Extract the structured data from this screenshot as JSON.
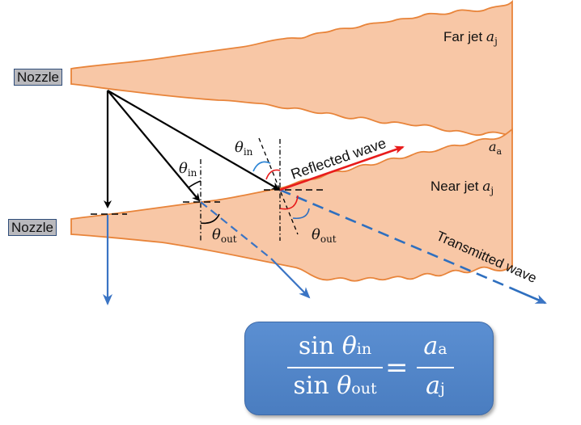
{
  "diagram": {
    "labels": {
      "nozzle_top": "Nozzle",
      "nozzle_bottom": "Nozzle",
      "far_jet": "Far jet",
      "near_jet": "Near jet",
      "a_symbol": "a",
      "sub_j": "j",
      "sub_a": "a",
      "theta": "θ",
      "sub_in": "in",
      "sub_out": "out",
      "reflected_wave": "Reflected wave",
      "transmitted_wave": "Transmitted wave"
    },
    "colors": {
      "jet_fill": "#f8c7a6",
      "jet_edge": "#e8843a",
      "incident_ray": "#000000",
      "reflected_ray": "#e81c1c",
      "transmitted_ray": "#2e6fbf",
      "formula_box": "#4f82c6"
    },
    "formula": {
      "num_prefix": "sin ",
      "theta": "θ",
      "num_sub": "in",
      "den_prefix": "sin ",
      "den_sub": "out",
      "equals": "=",
      "rhs_num": "a",
      "rhs_num_sub": "a",
      "rhs_den": "a",
      "rhs_den_sub": "j"
    }
  }
}
